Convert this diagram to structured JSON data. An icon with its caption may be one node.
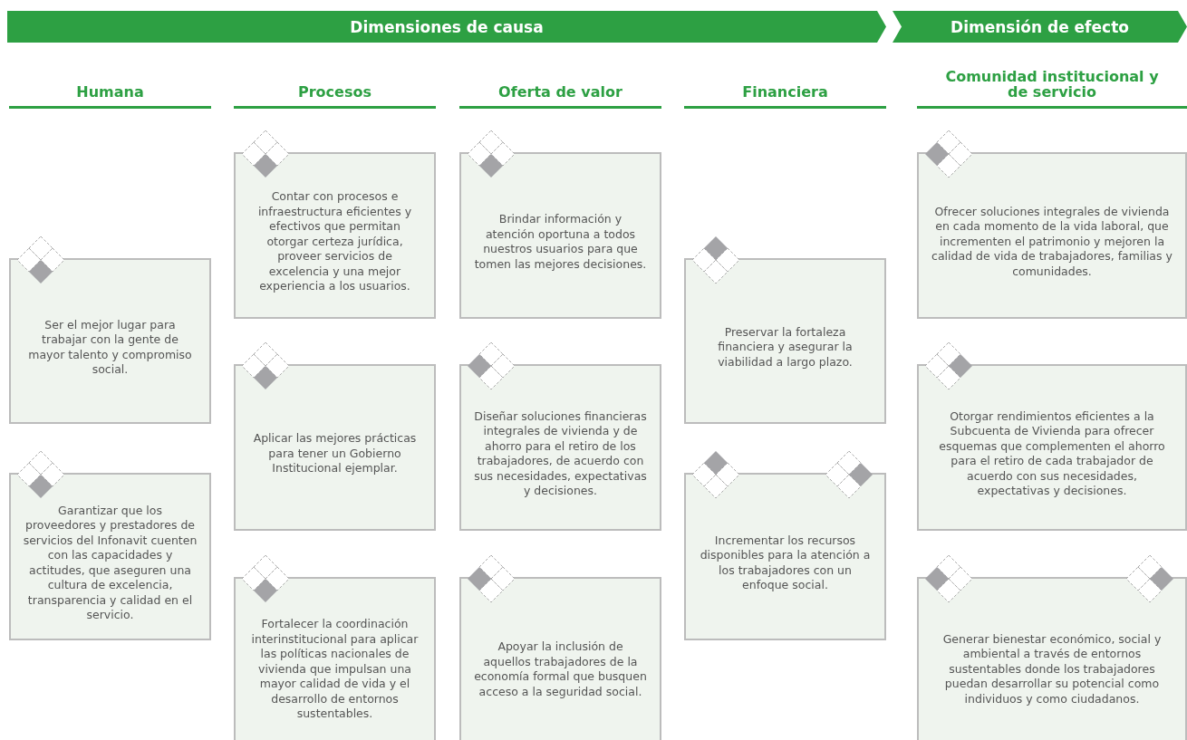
{
  "diagram": {
    "nodes": [
      {
        "text": [
          "Dimensiones de causa"
        ]
      },
      {
        "text": [
          "Dimensión de efecto"
        ]
      },
      {
        "text": [
          "Ser el mejor lugar para trabajar con la gente de mayor talento y compromiso social."
        ]
      },
      {
        "text": [
          "Garantizar que los proveedores y prestadores de servicios del Infonavit cuenten con las capacidades y actitudes, que aseguren una cultura de excelencia, transparencia y calidad en el servicio."
        ]
      },
      {
        "text": [
          "Contar con procesos e infraestructura eficientes y efectivos que permitan otorgar certeza jurídica, proveer servicios de excelencia y una mejor experiencia a los usuarios."
        ]
      },
      {
        "text": [
          "Aplicar las mejores prácticas para tener un Gobierno Institucional ejemplar."
        ]
      },
      {
        "text": [
          "Fortalecer la coordinación interinstitucional para aplicar las políticas nacionales de vivienda que impulsan una mayor calidad de vida y el desarrollo de entornos sustentables."
        ]
      },
      {
        "text": [
          "Brindar información y atención oportuna a todos nuestros usuarios para que tomen las mejores decisiones."
        ]
      },
      {
        "text": [
          "Diseñar soluciones financieras integrales de vivienda y de ahorro para el retiro de los trabajadores, de acuerdo con sus necesidades, expectativas y decisiones."
        ]
      },
      {
        "text": [
          "Apoyar la inclusión de aquellos trabajadores de la economía formal que busquen acceso a la seguridad social."
        ]
      },
      {
        "text": [
          "Preservar la fortaleza financiera y asegurar la viabilidad a largo plazo."
        ]
      },
      {
        "text": [
          "Incrementar los recursos disponibles para la atención a los trabajadores con un enfoque social."
        ]
      },
      {
        "text": [
          "Ofrecer soluciones integrales de vivienda en cada momento de la vida laboral, que incrementen el patrimonio y mejoren la calidad de vida de trabajadores, familias y comunidades."
        ]
      },
      {
        "text": [
          "Otorgar rendimientos eficientes a la Subcuenta de Vivienda para ofrecer esquemas que complementen el ahorro para el retiro de cada trabajador de acuerdo con sus necesidades, expectativas y decisiones."
        ]
      },
      {
        "text": [
          "Generar bienestar económico, social y ambiental a través de entornos sustentables donde los trabajadores puedan desarrollar su potencial como individuos y como ciudadanos."
        ]
      }
    ],
    "labels": [
      "Humana",
      "Procesos",
      "Oferta de valor",
      "Financiera",
      "Comunidad institucional y de servicio"
    ]
  }
}
